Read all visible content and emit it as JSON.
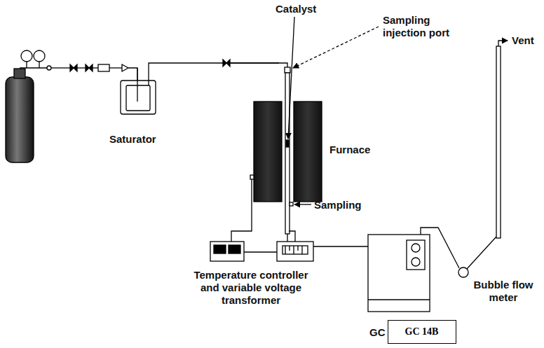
{
  "diagram": {
    "nodes": [
      {
        "text": [
          "GC 14B"
        ]
      }
    ],
    "labels": [
      "Catalyst",
      "Sampling injection port",
      "Saturator",
      "Furnace",
      "Sampling",
      "Vent",
      "Bubble flow meter",
      "Temperature controller and variable voltage transformer",
      "GC"
    ]
  }
}
